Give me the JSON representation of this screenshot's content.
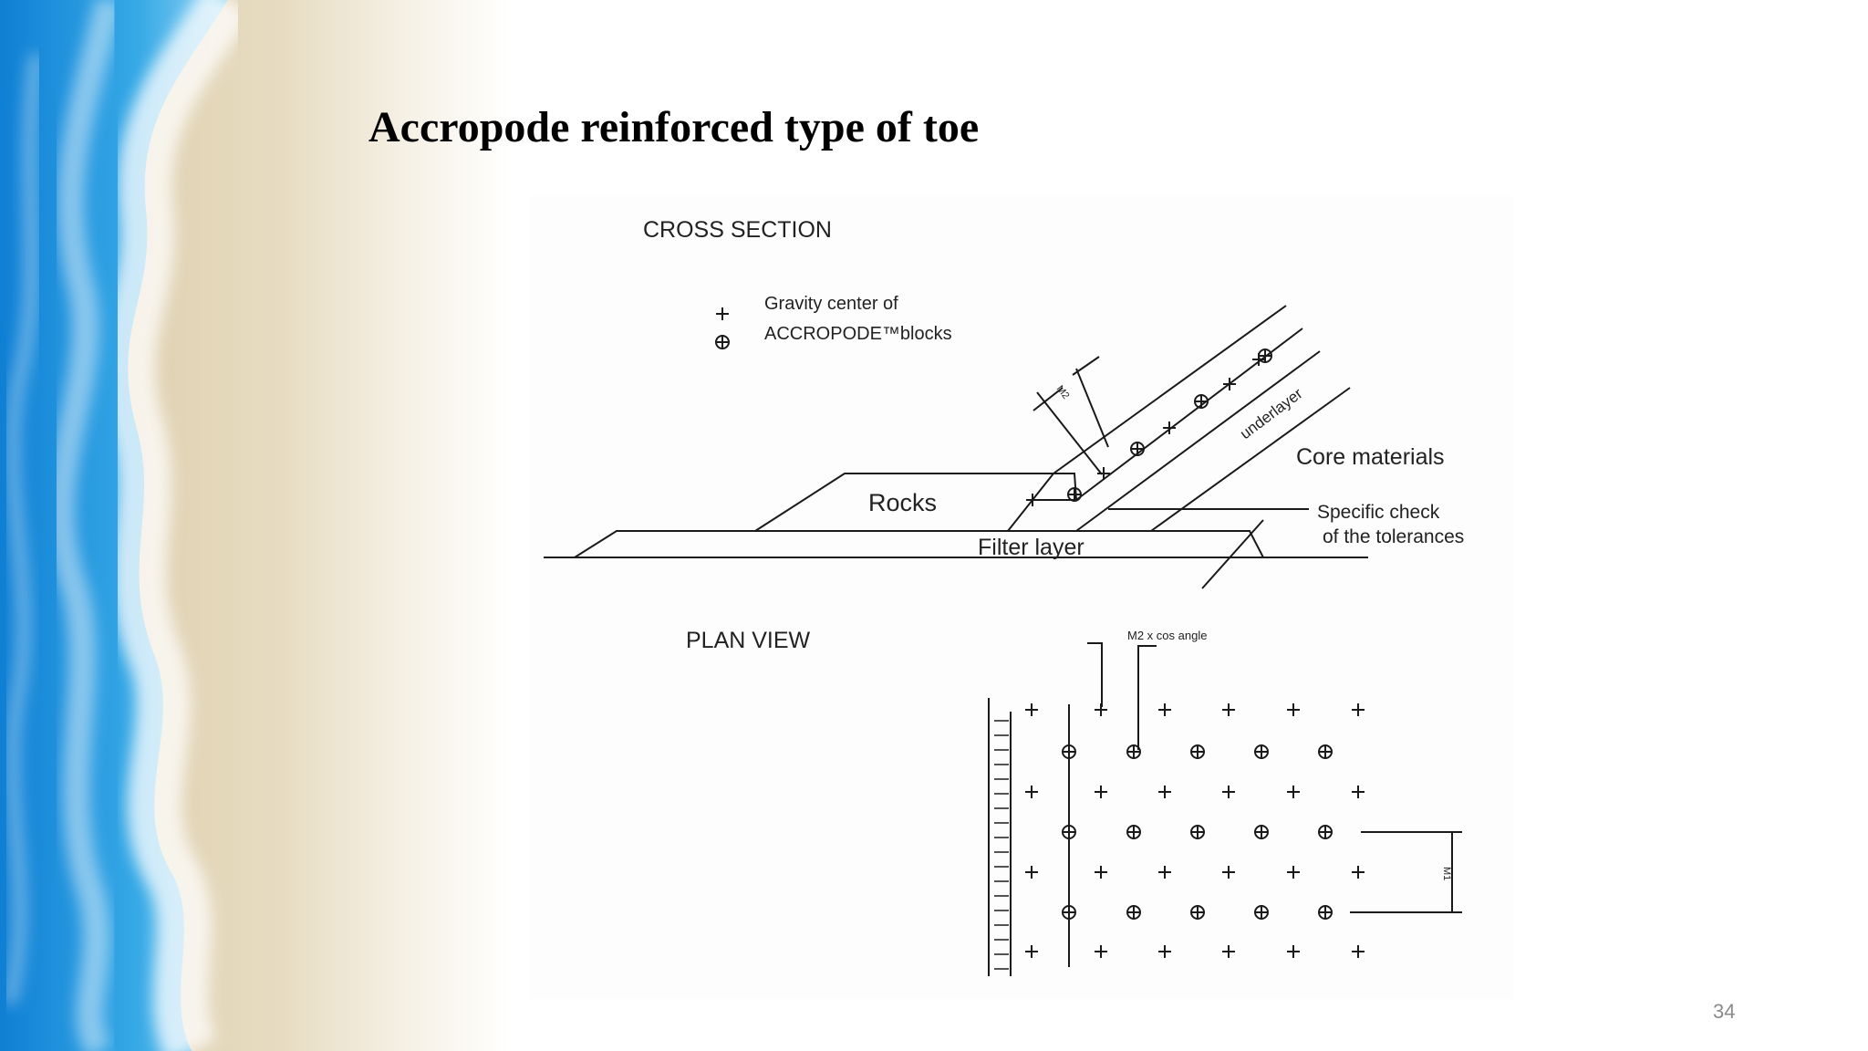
{
  "slide": {
    "title": "Accropode reinforced type of toe",
    "page_number": "34"
  },
  "diagram": {
    "cross_section": {
      "heading": "CROSS SECTION",
      "legend_line1": "Gravity center of",
      "legend_line2": "ACCROPODE™blocks",
      "rocks": "Rocks",
      "filter_layer": "Filter layer",
      "underlayer": "underlayer",
      "core_materials": "Core materials",
      "check_line1": "Specific check",
      "check_line2": "of the tolerances",
      "m2": "M2"
    },
    "plan_view": {
      "heading": "PLAN VIEW",
      "m2_cos": "M2 x cos angle",
      "m1": "M1"
    }
  }
}
